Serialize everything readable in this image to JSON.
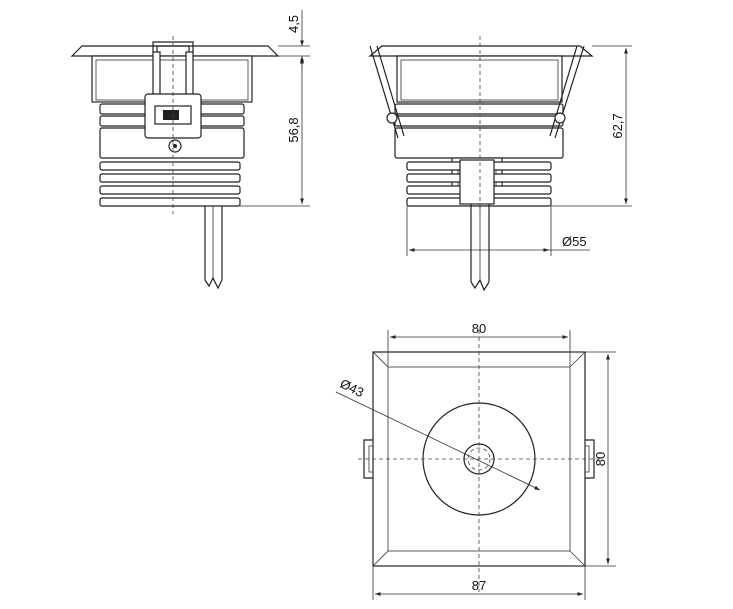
{
  "dimensions": {
    "flange_height": "4,5",
    "body_height": "56,8",
    "total_height": "62,7",
    "body_diameter": "Ø55",
    "lens_diameter": "Ø43",
    "top_width": "80",
    "right_height": "80",
    "bottom_width": "87"
  }
}
